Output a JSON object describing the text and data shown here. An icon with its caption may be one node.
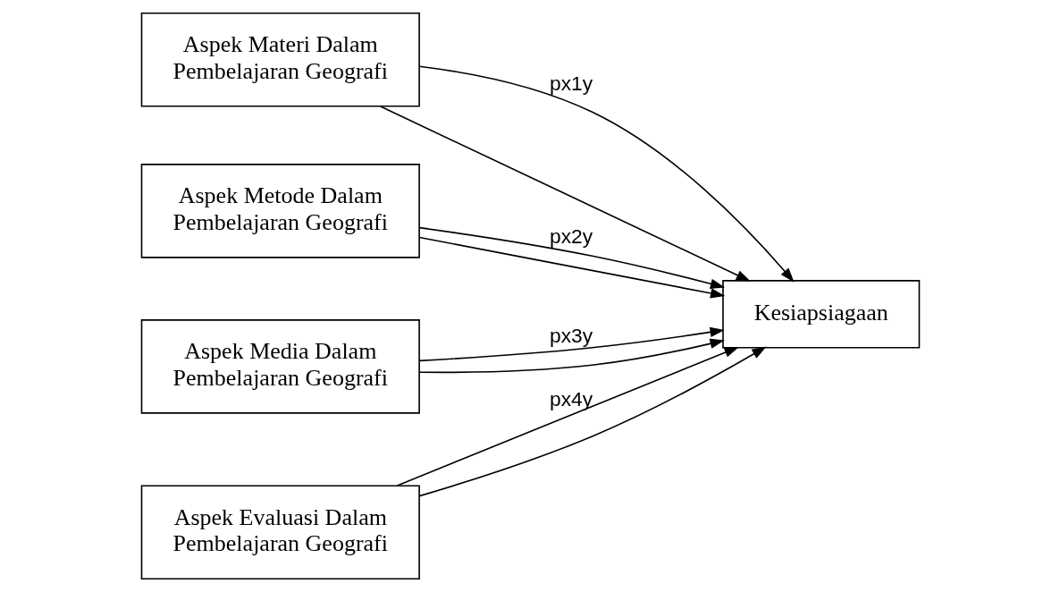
{
  "diagram": {
    "nodes": [
      {
        "text": [
          "Aspek Materi Dalam Pembelajaran Geografi"
        ]
      },
      {
        "text": [
          "Aspek Metode Dalam Pembelajaran Geografi"
        ]
      },
      {
        "text": [
          "Aspek Media Dalam Pembelajaran Geografi"
        ]
      },
      {
        "text": [
          "Aspek Evaluasi Dalam Pembelajaran Geografi"
        ]
      },
      {
        "text": [
          "Kesiapsiagaan"
        ]
      }
    ],
    "edges": [
      {
        "from": 0,
        "to": 4,
        "arrow": "to",
        "label": "px1y"
      },
      {
        "from": 1,
        "to": 4,
        "arrow": "to",
        "label": "px2y"
      },
      {
        "from": 2,
        "to": 4,
        "arrow": "to",
        "label": "px3y"
      },
      {
        "from": 3,
        "to": 4,
        "arrow": "to",
        "label": "px4y"
      },
      {
        "from": 0,
        "to": 4,
        "arrow": "to"
      },
      {
        "from": 1,
        "to": 4,
        "arrow": "to"
      },
      {
        "from": 2,
        "to": 4,
        "arrow": "to"
      },
      {
        "from": 3,
        "to": 4,
        "arrow": "to"
      }
    ]
  }
}
